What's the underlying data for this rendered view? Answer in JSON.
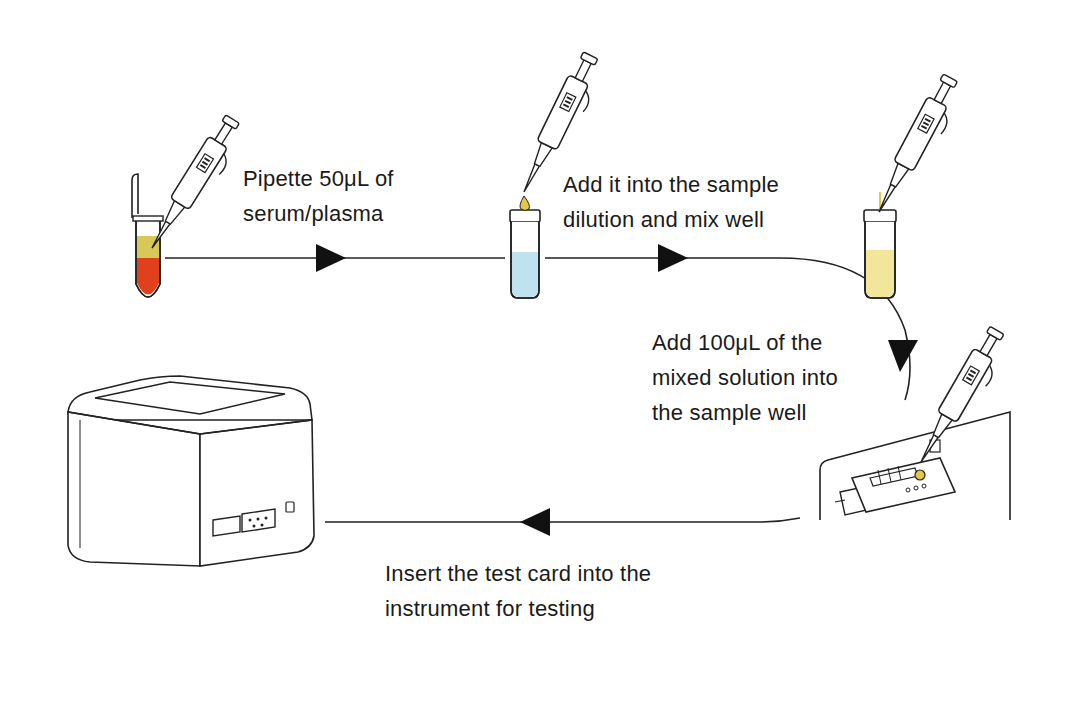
{
  "diagram": {
    "labels": [
      "Pipette 50μL of serum/plasma",
      "Add it into the sample dilution and mix well",
      "Add 100μL of the mixed solution into the sample well",
      "Insert the test card into the instrument for testing"
    ]
  }
}
